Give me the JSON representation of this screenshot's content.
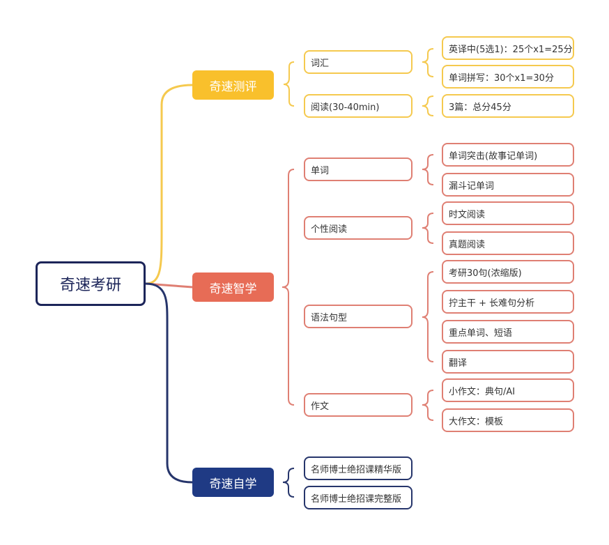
{
  "root": {
    "label": "奇速考研"
  },
  "branches": [
    {
      "label": "奇速测评",
      "color": "#f9c02c",
      "children": [
        {
          "label": "词汇",
          "children": [
            "英译中(5选1)：25个x1=25分",
            "单词拼写：30个x1=30分"
          ]
        },
        {
          "label": "阅读(30-40min)",
          "children": [
            "3篇：总分45分"
          ]
        }
      ]
    },
    {
      "label": "奇速智学",
      "color": "#e76c56",
      "children": [
        {
          "label": "单词",
          "children": [
            "单词突击(故事记单词)",
            "漏斗记单词"
          ]
        },
        {
          "label": "个性阅读",
          "children": [
            "时文阅读",
            "真题阅读"
          ]
        },
        {
          "label": "语法句型",
          "children": [
            "考研30句(浓缩版)",
            "拧主干 + 长难句分析",
            "重点单词、短语",
            "翻译"
          ]
        },
        {
          "label": "作文",
          "children": [
            "小作文：典句/AI",
            "大作文：模板"
          ]
        }
      ]
    },
    {
      "label": "奇速自学",
      "color": "#1f3a84",
      "children": [
        {
          "label": "名师博士绝招课精华版",
          "children": []
        },
        {
          "label": "名师博士绝招课完整版",
          "children": []
        }
      ]
    }
  ],
  "colors": {
    "root_border": "#1c2559",
    "yellow_line": "#f5c94e",
    "red_line": "#df7f73",
    "navy_line": "#26356b"
  }
}
